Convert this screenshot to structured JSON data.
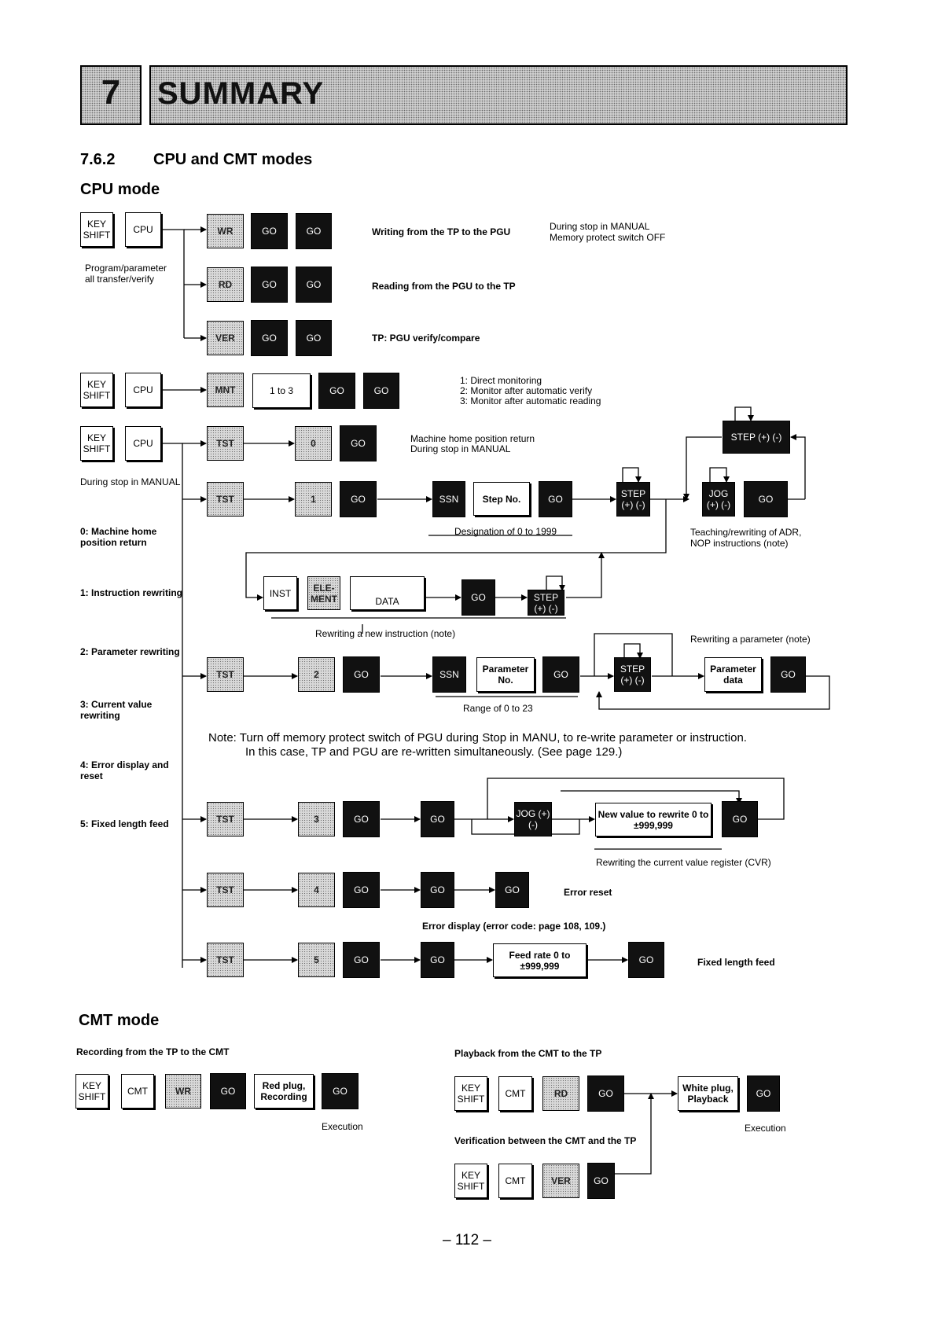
{
  "chapter": {
    "number": "7",
    "title": "SUMMARY"
  },
  "section": {
    "number": "7.6.2",
    "title": "CPU and CMT modes"
  },
  "cpu_heading": "CPU mode",
  "cmt_heading": "CMT mode",
  "keys": {
    "key_shift": "KEY SHIFT",
    "cpu": "CPU",
    "cmt": "CMT",
    "wr": "WR",
    "rd": "RD",
    "ver": "VER",
    "mnt": "MNT",
    "tst": "TST",
    "go": "GO",
    "one_to_three": "1 to 3",
    "d0": "0",
    "d1": "1",
    "d2": "2",
    "d3": "3",
    "d4": "4",
    "d5": "5",
    "ssn": "SSN",
    "step_no": "Step No.",
    "step": "STEP (+) (-)",
    "jog": "JOG (+) (-)",
    "inst": "INST",
    "element": "ELE-MENT",
    "data": "DATA",
    "parameter_no": "Parameter No.",
    "parameter_data": "Parameter data",
    "new_value": "New value to rewrite 0 to ±999,999",
    "feed_rate": "Feed rate 0 to ±999,999",
    "red_plug": "Red plug, Recording",
    "white_plug": "White plug, Playback"
  },
  "notes": {
    "program_parameter": "Program/parameter all transfer/verify",
    "writing": "Writing from the TP to the PGU",
    "reading": "Reading from the PGU to the TP",
    "verify": "TP: PGU verify/compare",
    "manual_stop": "During stop in MANUAL",
    "memory_protect": "Memory protect switch OFF",
    "mnt_1": "1: Direct monitoring",
    "mnt_2": "2: Monitor after automatic verify",
    "mnt_3": "3: Monitor after automatic reading",
    "home_return": "Machine home position return",
    "home_manual": "During stop in MANUAL",
    "during_stop": "During stop in MANUAL",
    "designation": "Designation of 0 to 1999",
    "teaching": "Teaching/rewriting of ADR, NOP instructions (note)",
    "rewriting_instruction": "Rewriting a new instruction (note)",
    "rewriting_parameter": "Rewriting a parameter (note)",
    "range": "Range of 0 to 23",
    "note_line1": "Note:  Turn off memory protect switch of PGU during Stop in MANU, to re-write parameter or instruction.",
    "note_line2": "In this case, TP and PGU are re-written simultaneously.  (See page 129.)",
    "cvr": "Rewriting the current value register (CVR)",
    "error_reset": "Error reset",
    "error_display": "Error display (error code: page 108, 109.)",
    "fixed_feed": "Fixed length feed",
    "recording": "Recording from the TP to the CMT",
    "playback": "Playback from the CMT to the TP",
    "verification": "Verification between the CMT and the TP",
    "execution": "Execution"
  },
  "legend": {
    "l0": "0:  Machine home position return",
    "l1": "1:  Instruction rewriting",
    "l2": "2:  Parameter rewriting",
    "l3": "3:  Current value rewriting",
    "l4": "4:  Error display and reset",
    "l5": "5:  Fixed length feed"
  },
  "page_number": "– 112 –"
}
